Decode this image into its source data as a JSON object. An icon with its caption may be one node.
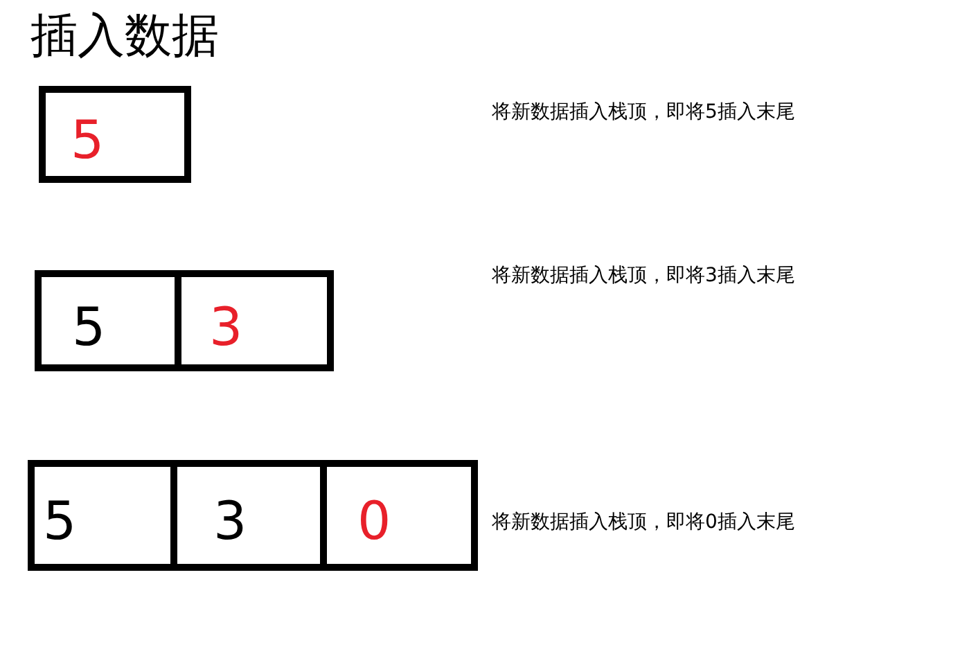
{
  "diagram": {
    "title": "插入数据",
    "nodes": [
      {
        "text": [
          "5"
        ]
      },
      {
        "text": [
          "5"
        ]
      },
      {
        "text": [
          "3"
        ]
      },
      {
        "text": [
          "5"
        ]
      },
      {
        "text": [
          "3"
        ]
      },
      {
        "text": [
          "0"
        ]
      }
    ],
    "edges": [],
    "labels": [
      "将新数据插入栈顶，即将5插入末尾",
      "将新数据插入栈顶，即将3插入末尾",
      "将新数据插入栈顶，即将0插入末尾"
    ]
  }
}
